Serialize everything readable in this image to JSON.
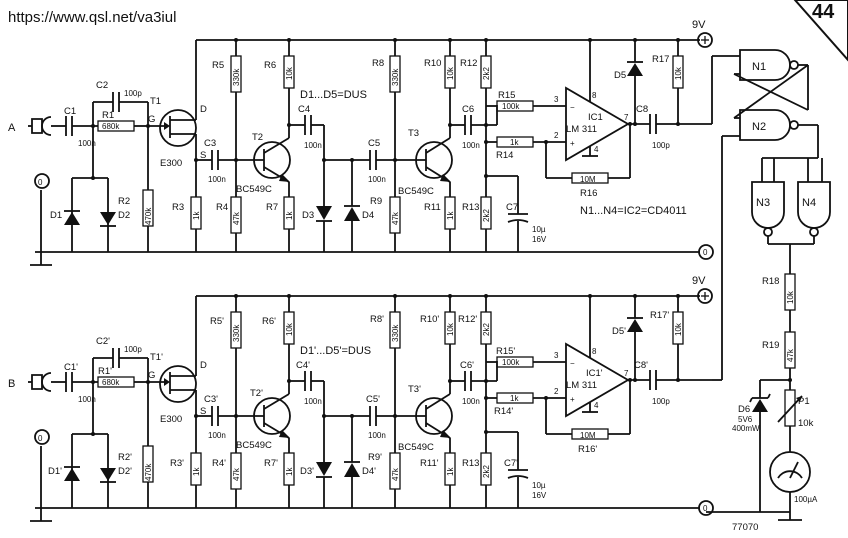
{
  "url": "https://www.qsl.net/va3iul",
  "page_number": "44",
  "ref_number": "77070",
  "note_diodes_top": "D1...D5=DUS",
  "note_diodes_bottom": "D1'...D5'=DUS",
  "note_ic": "N1...N4=IC2=CD4011",
  "supply": "9V",
  "inputs": {
    "a": "A",
    "b": "B"
  },
  "ground_marks": [
    "0",
    "0",
    "0",
    "0"
  ],
  "top": {
    "C1": "C1",
    "C1v": "100n",
    "C2": "C2",
    "C2v": "100p",
    "R1": "R1",
    "R1v": "680k",
    "T1": "T1",
    "T1type": "E300",
    "G": "G",
    "D": "D",
    "S": "S",
    "D1": "D1",
    "D2": "D2",
    "R2": "R2",
    "R2v": "470k",
    "C3": "C3",
    "C3v": "100n",
    "R3": "R3",
    "R3v": "1k",
    "R4": "R4",
    "R4v": "47k",
    "R5": "R5",
    "R5v": "330k",
    "T2": "T2",
    "T2type": "BC549C",
    "R6": "R6",
    "R6v": "10k",
    "R7": "R7",
    "R7v": "1k",
    "C4": "C4",
    "C4v": "100n",
    "D3": "D3",
    "D4": "D4",
    "C5": "C5",
    "C5v": "100n",
    "R8": "R8",
    "R8v": "330k",
    "R9": "R9",
    "R9v": "47k",
    "T3": "T3",
    "T3type": "BC549C",
    "R10": "R10",
    "R10v": "10k",
    "R11": "R11",
    "R11v": "1k",
    "R12": "R12",
    "R12v": "2k2",
    "R13": "R13",
    "R13v": "2k2",
    "C6": "C6",
    "C6v": "100n",
    "C7": "C7",
    "C7v": "10µ",
    "C7v2": "16V",
    "R15": "R15",
    "R15v": "100k",
    "R14": "R14",
    "R14v": "1k",
    "IC": "IC1",
    "ICtype": "LM 311",
    "R16": "R16",
    "R16v": "10M",
    "D5": "D5",
    "R17": "R17",
    "R17v": "10k",
    "C8": "C8",
    "C8v": "100p",
    "pin3": "3",
    "pin2": "2",
    "pin8": "8",
    "pin4": "4",
    "pin7": "7"
  },
  "bottom": {
    "C1": "C1'",
    "C1v": "100n",
    "C2": "C2'",
    "C2v": "100p",
    "R1": "R1'",
    "R1v": "680k",
    "T1": "T1'",
    "T1type": "E300",
    "G": "G",
    "D": "D",
    "S": "S",
    "D1": "D1'",
    "D2": "D2'",
    "R2": "R2'",
    "R2v": "470k",
    "C3": "C3'",
    "C3v": "100n",
    "R3": "R3'",
    "R3v": "1k",
    "R4": "R4'",
    "R4v": "47k",
    "R5": "R5'",
    "R5v": "330k",
    "T2": "T2'",
    "T2type": "BC549C",
    "R6": "R6'",
    "R6v": "10k",
    "R7": "R7'",
    "R7v": "1k",
    "C4": "C4'",
    "C4v": "100n",
    "D3": "D3'",
    "D4": "D4'",
    "C5": "C5'",
    "C5v": "100n",
    "R8": "R8'",
    "R8v": "330k",
    "R9": "R9'",
    "R9v": "47k",
    "T3": "T3'",
    "T3type": "BC549C",
    "R10": "R10'",
    "R10v": "10k",
    "R11": "R11'",
    "R11v": "1k",
    "R12": "R12'",
    "R12v": "2k2",
    "R13": "R13",
    "R13v": "2k2",
    "C6": "C6'",
    "C6v": "100n",
    "C7": "C7'",
    "C7v": "10µ",
    "C7v2": "16V",
    "R15": "R15'",
    "R15v": "100k",
    "R14": "R14'",
    "R14v": "1k",
    "IC": "IC1'",
    "ICtype": "LM 311",
    "R16": "R16'",
    "R16v": "10M",
    "D5": "D5'",
    "R17": "R17'",
    "R17v": "10k",
    "C8": "C8'",
    "C8v": "100p",
    "pin3": "3",
    "pin2": "2",
    "pin8": "8",
    "pin4": "4",
    "pin7": "7"
  },
  "logic": {
    "N1": "N1",
    "N2": "N2",
    "N3": "N3",
    "N4": "N4",
    "R18": "R18",
    "R18v": "10k",
    "R19": "R19",
    "R19v": "47k",
    "P1": "P1",
    "P1v": "10k",
    "D6": "D6",
    "D6v": "5V6",
    "D6p": "400mW",
    "M1v": "100µA"
  }
}
